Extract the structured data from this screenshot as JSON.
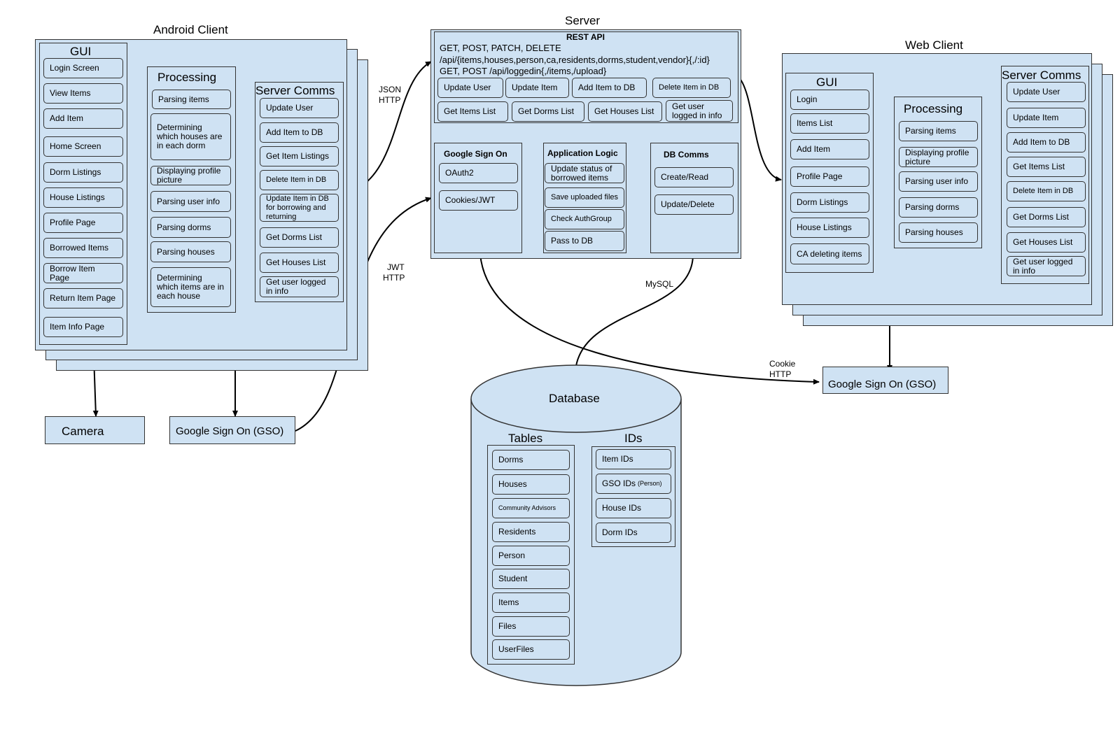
{
  "android": {
    "title": "Android Client",
    "gui": {
      "title": "GUI",
      "items": [
        "Login Screen",
        "View Items",
        "Add Item",
        "Home Screen",
        "Dorm Listings",
        "House Listings",
        "Profile Page",
        "Borrowed Items",
        "Borrow Item Page",
        "Return Item Page",
        "Item Info Page"
      ]
    },
    "processing": {
      "title": "Processing",
      "items": [
        "Parsing items",
        "Determining which houses are in each dorm",
        "Displaying profile picture",
        "Parsing user info",
        "Parsing dorms",
        "Parsing houses",
        "Determining which items are in each house"
      ]
    },
    "comms": {
      "title": "Server Comms",
      "items": [
        "Update User",
        "Add Item to DB",
        "Get Item Listings",
        "Delete Item in DB",
        "Update Item in DB for borrowing and returning",
        "Get Dorms List",
        "Get Houses List",
        "Get user logged in info"
      ]
    }
  },
  "server": {
    "title": "Server",
    "rest": {
      "title": "REST API",
      "line1": "GET, POST, PATCH, DELETE",
      "line2": "/api/{items,houses,person,ca,residents,dorms,student,vendor}{,/:id}",
      "line3": "GET, POST /api/loggedin{,/items,/upload}",
      "row1": [
        "Update User",
        "Update Item",
        "Add Item to DB",
        "Delete Item in DB"
      ],
      "row2": [
        "Get Items List",
        "Get Dorms List",
        "Get Houses List",
        "Get user logged in info"
      ]
    },
    "gso": {
      "title": "Google Sign On",
      "items": [
        "OAuth2",
        "Cookies/JWT"
      ]
    },
    "logic": {
      "title": "Application Logic",
      "items": [
        "Update status of borrowed items",
        "Save uploaded files",
        "Check AuthGroup",
        "Pass to DB"
      ]
    },
    "dbcomms": {
      "title": "DB Comms",
      "items": [
        "Create/Read",
        "Update/Delete"
      ]
    }
  },
  "web": {
    "title": "Web Client",
    "gui": {
      "title": "GUI",
      "items": [
        "Login",
        "Items List",
        "Add Item",
        "Profile Page",
        "Dorm Listings",
        "House Listings",
        "CA deleting items"
      ]
    },
    "processing": {
      "title": "Processing",
      "items": [
        "Parsing items",
        "Displaying profile picture",
        "Parsing user info",
        "Parsing dorms",
        "Parsing houses"
      ]
    },
    "comms": {
      "title": "Server Comms",
      "items": [
        "Update User",
        "Update Item",
        "Add Item to DB",
        "Get Items List",
        "Delete Item in DB",
        "Get Dorms List",
        "Get Houses List",
        "Get user logged in info"
      ]
    }
  },
  "database": {
    "title": "Database",
    "tables_title": "Tables",
    "tables": [
      "Dorms",
      "Houses",
      "Community Advisors",
      "Residents",
      "Person",
      "Student",
      "Items",
      "Files",
      "UserFiles"
    ],
    "ids_title": "IDs",
    "ids": [
      "Item IDs",
      "GSO IDs",
      "House IDs",
      "Dorm IDs"
    ],
    "gso_suffix": "(Person)"
  },
  "externals": {
    "camera": "Camera",
    "gso_android": "Google Sign On (GSO)",
    "gso_web": "Google Sign On (GSO)"
  },
  "connections": {
    "json_http": [
      "JSON",
      "HTTP"
    ],
    "jwt_http": [
      "JWT",
      "HTTP"
    ],
    "mysql": "MySQL",
    "cookie_http": [
      "Cookie",
      "HTTP"
    ]
  }
}
